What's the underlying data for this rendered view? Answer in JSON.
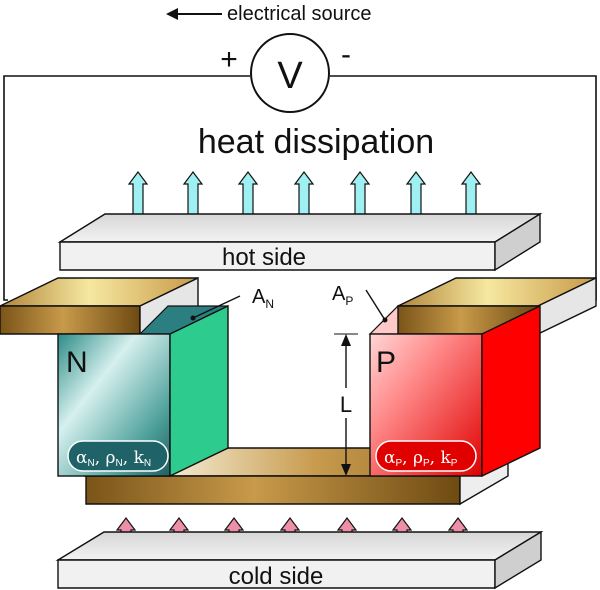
{
  "source_label": "electrical source",
  "voltmeter_symbol": "V",
  "plus_sign": "+",
  "minus_sign": "-",
  "heat_dissipation_label": "heat dissipation",
  "hot_side_label": "hot side",
  "cold_side_label": "cold side",
  "n_leg": {
    "letter": "N",
    "area_label": "A",
    "area_sub": "N",
    "prop_alpha": "α",
    "prop_rho": "ρ",
    "prop_k": "k",
    "sub": "N",
    "color": "#2ecb8f"
  },
  "p_leg": {
    "letter": "P",
    "area_label": "A",
    "area_sub": "P",
    "prop_alpha": "α",
    "prop_rho": "ρ",
    "prop_k": "k",
    "sub": "P",
    "color": "#ff0000"
  },
  "length_label": "L",
  "colors": {
    "hot_arrow": "#9ff0f2",
    "cold_arrow": "#ee8fa8",
    "metal": "#a8742a",
    "plate": "#eeeeee"
  }
}
